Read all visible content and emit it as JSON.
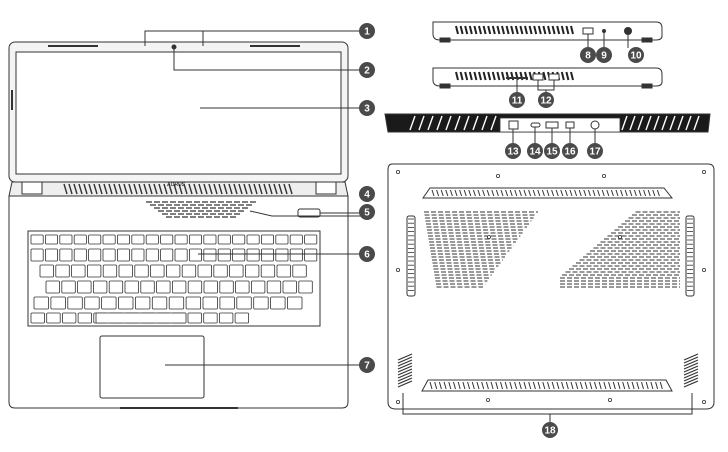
{
  "callouts": [
    "1",
    "2",
    "3",
    "4",
    "5",
    "6",
    "7",
    "8",
    "9",
    "10",
    "11",
    "12",
    "13",
    "14",
    "15",
    "16",
    "17",
    "18"
  ],
  "brand_logo_text": "AORUS",
  "colors": {
    "line": "#333333",
    "badge_fill": "#4a4a4a",
    "vent_dark": "#222222",
    "screen_fill": "#ffffff",
    "bezel_fill": "#f4f4f4"
  }
}
